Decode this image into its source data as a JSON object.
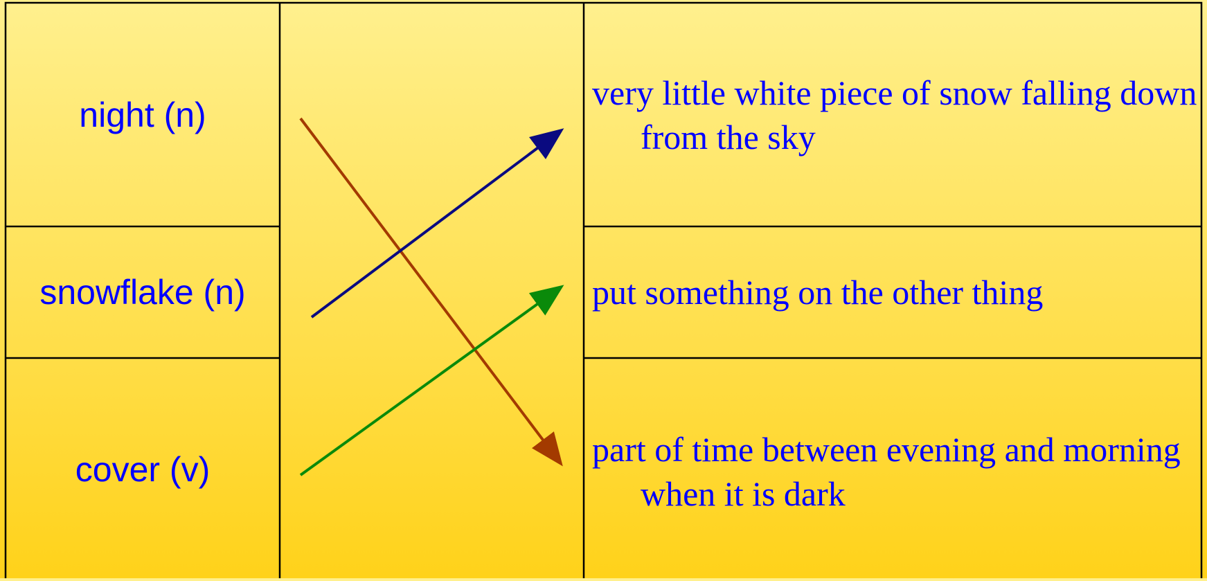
{
  "terms": [
    {
      "label": "night (n)"
    },
    {
      "label": "snowflake (n)"
    },
    {
      "label": "cover (v)"
    }
  ],
  "definitions": [
    {
      "text": "very little white piece of snow falling down from the sky"
    },
    {
      "text": "put something on the other thing"
    },
    {
      "text": "part of time between evening and morning when it is dark"
    }
  ],
  "matches": [
    {
      "from": "night (n)",
      "to": "part of time between evening and morning when it is dark",
      "color": "#a33a00"
    },
    {
      "from": "snowflake (n)",
      "to": "very little white piece of snow falling down from the sky",
      "color": "#0a0a80"
    },
    {
      "from": "cover (v)",
      "to": "put something on the other thing",
      "color": "#0a8a0a"
    }
  ],
  "colors": {
    "text": "#0000ff",
    "border": "#000000",
    "background_top": "#fff08e",
    "background_bottom": "#ffd21a"
  }
}
